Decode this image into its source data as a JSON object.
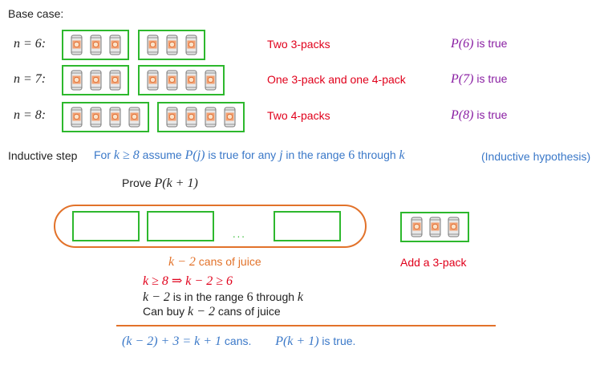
{
  "colors": {
    "group_border": "#2db82d",
    "can_fill": "#e8e8e8",
    "can_outline": "#777777",
    "can_label": "#f3a070",
    "statement_red": "#e0001b",
    "truth_purple": "#8a1fa3",
    "step_blue": "#3a78c8",
    "juice_orange": "#e2722a"
  },
  "icons": {
    "can": "juice-can-icon"
  },
  "base_case": {
    "title": "Base case:",
    "rows": [
      {
        "n_label": "n = 6:",
        "packs": [
          3,
          3
        ],
        "description": "Two 3-packs",
        "truth_pre": "P(6)",
        "truth_post": " is true"
      },
      {
        "n_label": "n = 7:",
        "packs": [
          3,
          4
        ],
        "description": "One 3-pack and one 4-pack",
        "truth_pre": "P(7)",
        "truth_post": " is true"
      },
      {
        "n_label": "n = 8:",
        "packs": [
          4,
          4
        ],
        "description": "Two 4-packs",
        "truth_pre": "P(8)",
        "truth_post": " is true"
      }
    ]
  },
  "inductive": {
    "label": "Inductive step",
    "for_word": "For",
    "cond": "k ≥ 8",
    "assume": "assume",
    "pj": "P(j)",
    "mid": "is true for any",
    "j": "j",
    "range": "in the range",
    "six": "6",
    "through": "through",
    "k": "k",
    "hypothesis": "(Inductive hypothesis)"
  },
  "prove": {
    "word": "Prove",
    "target": "P(k + 1)"
  },
  "diagram": {
    "ellipsis": "...",
    "juice_math": "k − 2",
    "juice_text": " cans of juice",
    "add_label": "Add a 3-pack"
  },
  "reasoning": {
    "implication": "k ≥ 8 ⇒ k − 2 ≥ 6",
    "line2_math": "k − 2",
    "line2_text": " is in the range ",
    "line2_six": "6",
    "line2_through": " through ",
    "line2_k": "k",
    "line3_text": "Can buy ",
    "line3_math": "k − 2",
    "line3_end": " cans of juice"
  },
  "conclusion": {
    "eq": "(k − 2) + 3 = k + 1",
    "cans": " cans.",
    "p": "P(k + 1)",
    "true": " is true."
  }
}
